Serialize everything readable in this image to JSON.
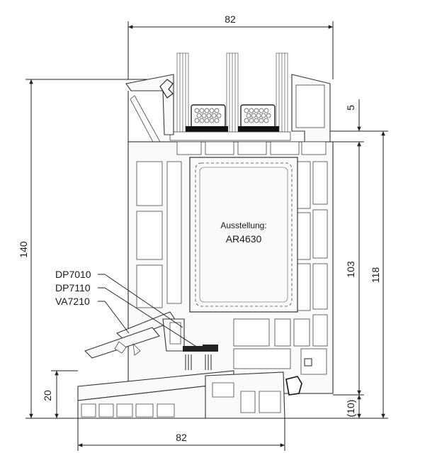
{
  "drawing": {
    "annotation_title": "Ausstellung:",
    "annotation_value": "AR4630"
  },
  "dimensions": {
    "top_width": "82",
    "bottom_width": "82",
    "left_height": "140",
    "right_outer_height": "118",
    "right_inner_height": "103",
    "top_gap": "5",
    "sill_height": "20",
    "inner_gap": "10",
    "bottom_gap": "(10)"
  },
  "callouts": [
    {
      "code": "DP7010"
    },
    {
      "code": "DP7110"
    },
    {
      "code": "VA7210"
    }
  ]
}
